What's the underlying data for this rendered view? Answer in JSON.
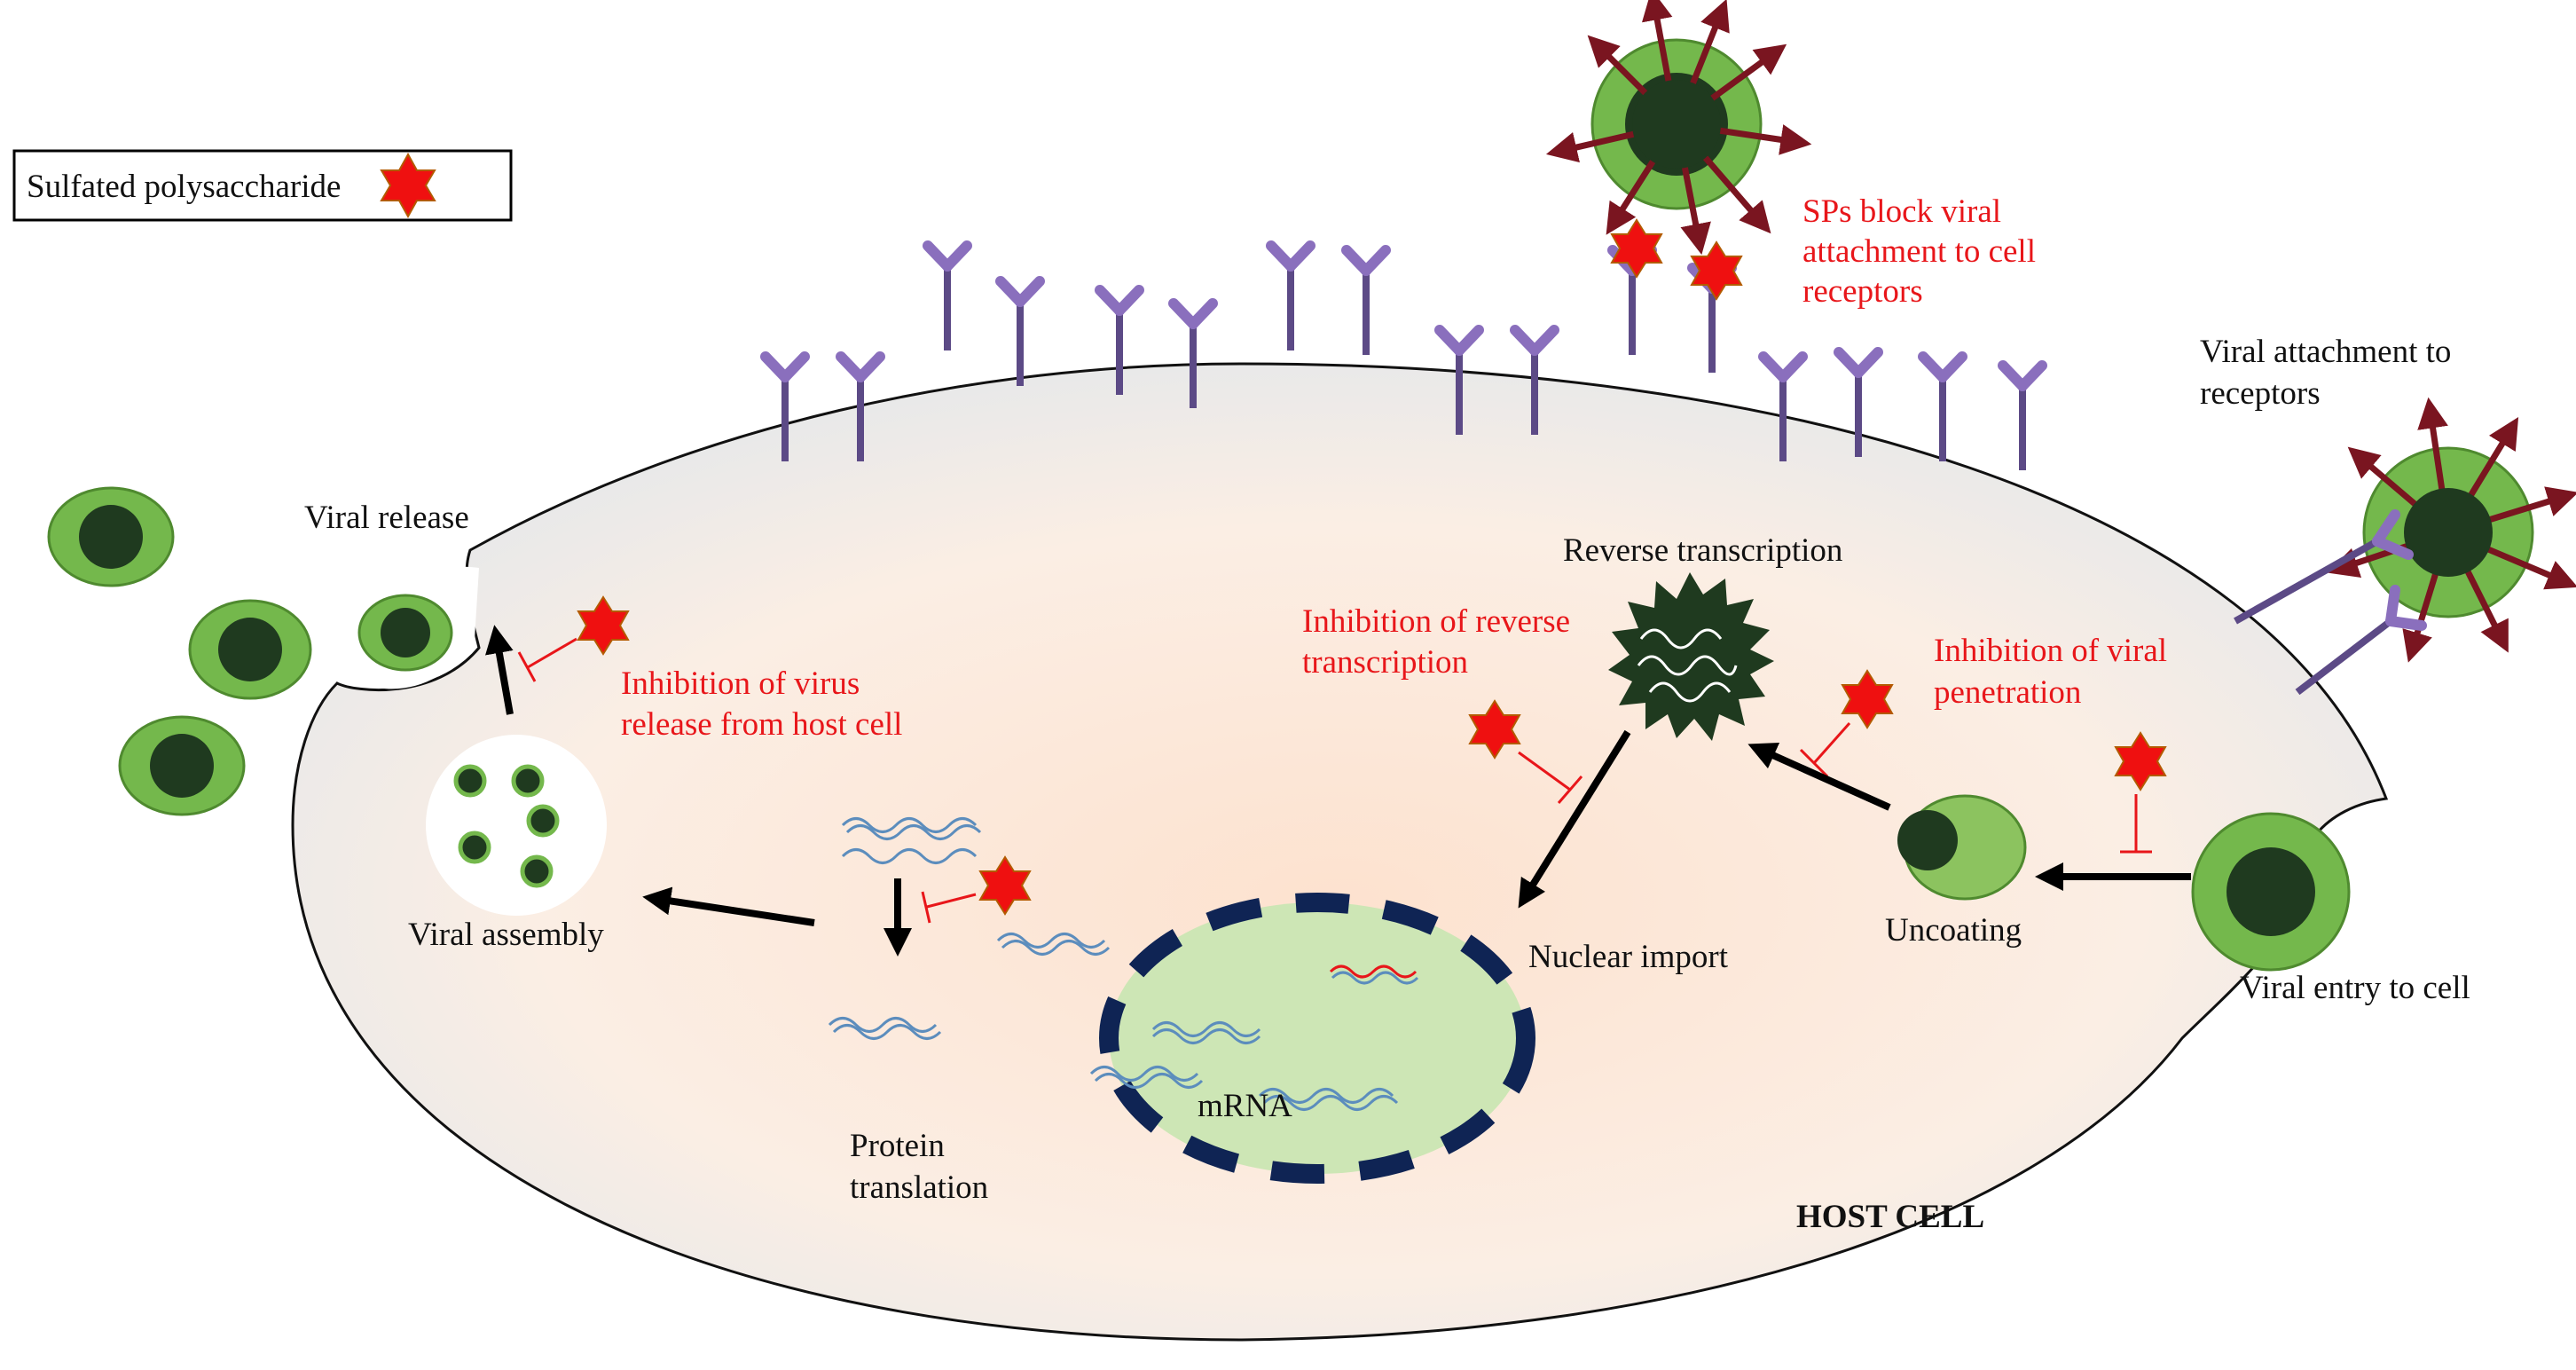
{
  "legend": {
    "label": "Sulfated polysaccharide",
    "icon": "red-star-icon"
  },
  "labels": {
    "viral_release": "Viral release",
    "inhibition_release": [
      "Inhibition of virus",
      "release from host cell"
    ],
    "viral_assembly": "Viral assembly",
    "protein_translation": [
      "Protein",
      "translation"
    ],
    "mrna": "mRNA",
    "nuclear_import": "Nuclear import",
    "reverse_transcription": "Reverse transcription",
    "inhibition_rt": [
      "Inhibition of reverse",
      "transcription"
    ],
    "inhibition_penetration": [
      "Inhibition of viral",
      "penetration"
    ],
    "uncoating": "Uncoating",
    "viral_entry": "Viral entry to cell",
    "viral_attachment": [
      "Viral attachment to",
      "receptors"
    ],
    "sps_block": [
      "SPs block viral",
      "attachment to cell",
      "receptors"
    ],
    "host_cell": "HOST CELL"
  },
  "colors": {
    "star": "#ef1010",
    "inhibitor_text": "#e8161a",
    "virus_capsule": "#74b84c",
    "virus_core": "#1f3a1f",
    "receptor": "#6a559a",
    "nucleus_fill": "#cde6b5",
    "nucleus_border": "#0f2454"
  }
}
